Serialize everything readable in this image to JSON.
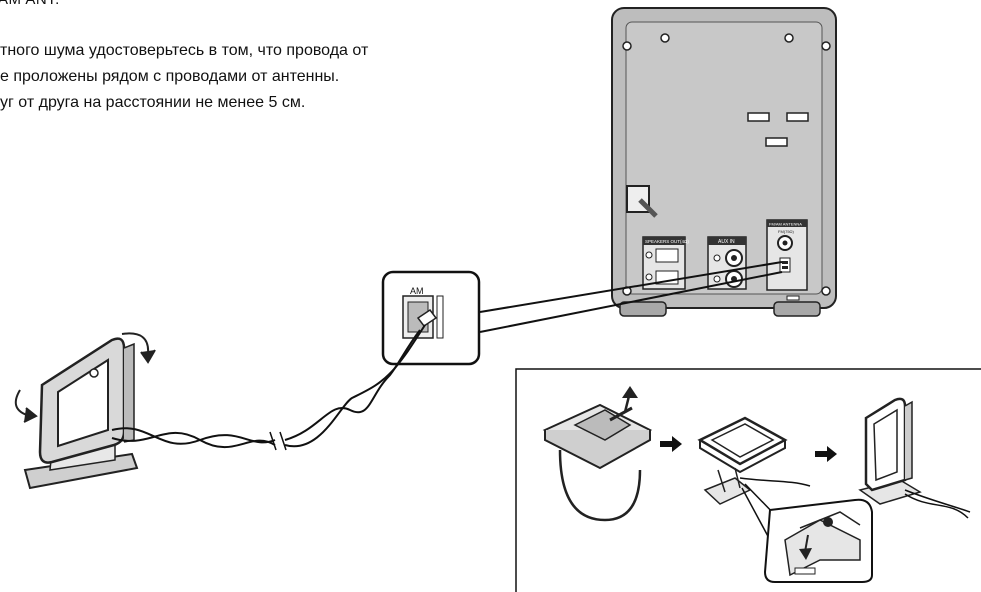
{
  "heading": "AM ANT.",
  "paragraph": [
    "тного шума удостоверьтесь в том, что провода от",
    "е проложены рядом с проводами от антенны.",
    "уг от друга на расстоянии не менее 5 см."
  ],
  "labels": {
    "am_terminal": "AM",
    "speakers_out": "SPEAKERS OUT(4Ω)",
    "aux_in": "AUX IN",
    "fm_am_antenna": "FM/AM ANTENNA",
    "fm_75": "FM(75Ω)"
  }
}
